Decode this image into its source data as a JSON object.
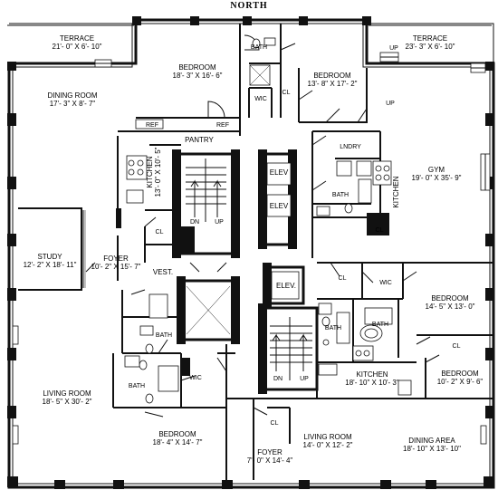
{
  "compass": {
    "label": "NORTH"
  },
  "rooms": {
    "terrace_left": {
      "name": "TERRACE",
      "dims": "21'- 0\" X 6'- 10\""
    },
    "terrace_right": {
      "name": "TERRACE",
      "dims": "23'- 3\" X 6'- 10\""
    },
    "bedroom_north_1": {
      "name": "BEDROOM",
      "dims": "18'- 3\" X 16'- 6\""
    },
    "bedroom_north_2": {
      "name": "BEDROOM",
      "dims": "13'- 8\" X 17'- 2\""
    },
    "dining_room": {
      "name": "DINING ROOM",
      "dims": "17'- 3\" X 8'- 7\""
    },
    "kitchen_north": {
      "name": "KITCHEN",
      "dims": "13'- 0\" X 10'- 5\""
    },
    "gym": {
      "name": "GYM",
      "dims": "19'- 0\" X 35'- 9\""
    },
    "study": {
      "name": "STUDY",
      "dims": "12'- 2\" X 18'- 11\""
    },
    "foyer_main": {
      "name": "FOYER",
      "dims": "10'- 2\" X 15'- 7\""
    },
    "bedroom_east_1": {
      "name": "BEDROOM",
      "dims": "14'- 5\" X 13'- 0\""
    },
    "bedroom_east_2": {
      "name": "BEDROOM",
      "dims": "10'- 2\" X 9'- 6\""
    },
    "kitchen_south": {
      "name": "KITCHEN",
      "dims": "18'- 10\" X 10'- 3\""
    },
    "living_room_west": {
      "name": "LIVING ROOM",
      "dims": "18'- 5\" X 30'- 2\""
    },
    "bedroom_south": {
      "name": "BEDROOM",
      "dims": "18'- 4\" X 14'- 7\""
    },
    "foyer_south": {
      "name": "FOYER",
      "dims": "7'- 0\" X 14'- 4\""
    },
    "living_room_south": {
      "name": "LIVING ROOM",
      "dims": "14'- 0\" X 12'- 2\""
    },
    "dining_area": {
      "name": "DINING AREA",
      "dims": "18'- 10\" X 13'- 10\""
    }
  },
  "small_labels": {
    "bath_n": "BATH",
    "wic_n": "WIC",
    "cl_n": "CL",
    "pantry": "PANTRY",
    "lndry": "LNDRY",
    "bath_gym": "BATH",
    "kitchen_gym": "KITCHEN",
    "cl_gym": "CL",
    "elev_1": "ELEV",
    "elev_2": "ELEV",
    "elev_3": "ELEV.",
    "dn_1": "DN",
    "up_1": "UP",
    "cl_foyer": "CL",
    "vest": "VEST.",
    "cl_east": "CL",
    "wic_east": "WIC",
    "bath_east_1": "BATH",
    "bath_east_2": "BATH",
    "cl_east_2": "CL",
    "bath_w1": "BATH",
    "bath_w2": "BATH",
    "wic_w": "WIC",
    "dn_2": "DN",
    "up_2": "UP",
    "cl_south": "CL",
    "up_t1": "UP",
    "up_t2": "UP",
    "ref_1": "REF",
    "ref_2": "REF"
  }
}
